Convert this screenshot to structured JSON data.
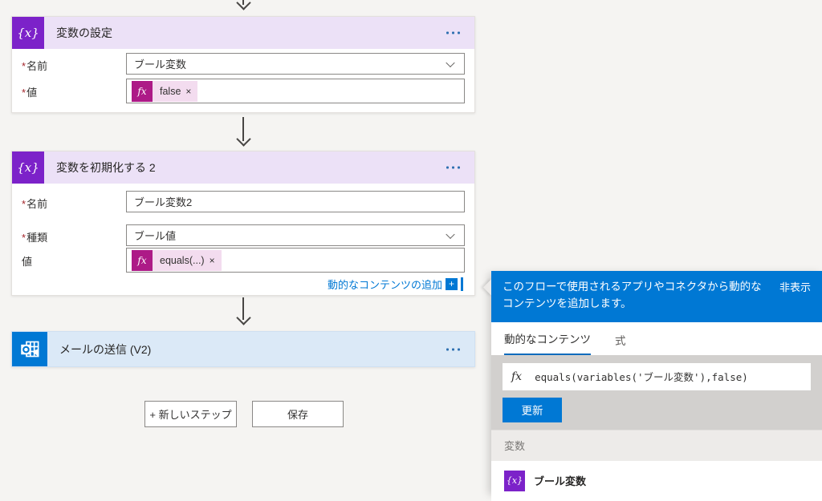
{
  "icons": {
    "variable_badge": "{x}",
    "fx": "fx",
    "close": "×",
    "plus": "+"
  },
  "required_mark": "*",
  "cards": [
    {
      "title": "変数の設定",
      "fields": [
        {
          "label": "名前",
          "value": "ブール変数"
        },
        {
          "label": "値",
          "token": "false"
        }
      ]
    },
    {
      "title": "変数を初期化する 2",
      "fields": [
        {
          "label": "名前",
          "value": "ブール変数2"
        },
        {
          "label": "種類",
          "value": "ブール値"
        },
        {
          "label": "値",
          "token": "equals(...)"
        }
      ],
      "footer_link": "動的なコンテンツの追加"
    },
    {
      "title": "メールの送信 (V2)"
    }
  ],
  "buttons": {
    "new_step": "+ 新しいステップ",
    "save": "保存"
  },
  "panel": {
    "description": "このフローで使用されるアプリやコネクタから動的なコンテンツを追加します。",
    "hide_link": "非表示",
    "tabs": {
      "dynamic": "動的なコンテンツ",
      "expression": "式"
    },
    "expression": "equals(variables('ブール変数'),false)",
    "update_button": "更新",
    "section_label": "変数",
    "variable_item": "ブール変数"
  },
  "colors": {
    "accent_blue": "#0078d4",
    "variable_purple": "#7c22c9",
    "expression_magenta": "#ad1a87",
    "card_header_purple": "#ece1f7",
    "mail_header_blue": "#dbe9f7"
  }
}
